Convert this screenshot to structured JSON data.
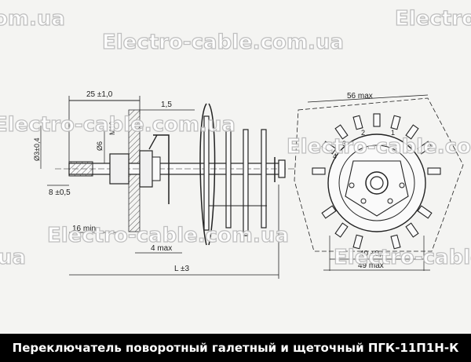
{
  "caption": "Переключатель поворотный галетный и щеточный ПГК-11П1Н-К",
  "watermark": "Electro-cable.com.ua",
  "side_view": {
    "dim_overall_top": "25 ±1,0",
    "dim_gap": "1,5",
    "dim_thread": "M10",
    "dim_shaft_dia": "Ø6",
    "dim_small": "Ø3±0,4",
    "dim_flat": "8 ±0,5",
    "dim_min": "16 min",
    "dim_max": "4 max",
    "dim_length": "L ±3"
  },
  "front_view": {
    "dim_width": "56 max",
    "dim_mount": "40 ±0,2",
    "dim_bottom": "49 max",
    "pin_labels": [
      "1",
      "2",
      "3",
      "4"
    ]
  },
  "colors": {
    "background": "#f4f4f2",
    "lines": "#222222",
    "caption_bar": "#000000",
    "caption_text": "#ffffff"
  }
}
